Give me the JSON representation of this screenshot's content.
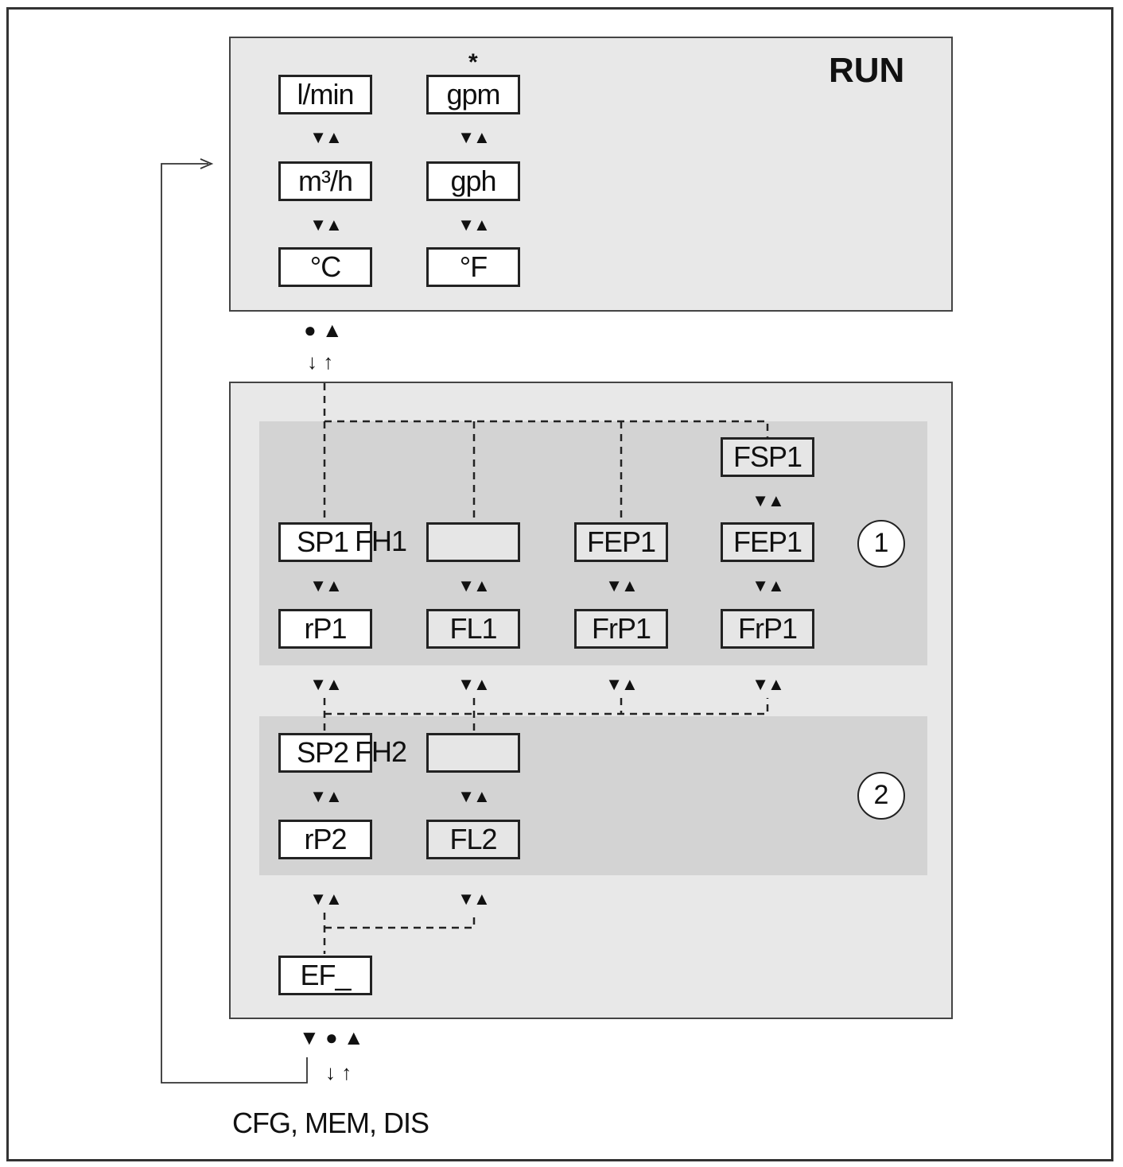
{
  "run_panel": {
    "title": "RUN",
    "asterisk": "*",
    "units_left": [
      "l/min",
      "m³/h",
      "°C"
    ],
    "units_right": [
      "gpm",
      "gph",
      "°F"
    ]
  },
  "nav": {
    "updown": "▼▲",
    "enter_up": "● ▲",
    "enter_down_up_icons": "↓ ↑",
    "bottom_keys": "▼ ● ▲",
    "bottom_arrows": "↓ ↑"
  },
  "group1": {
    "number": "1",
    "col1_top": "SP1",
    "col1_top_overlay": "FH1",
    "col1_bottom": "rP1",
    "col2_top": "",
    "col2_bottom": "FL1",
    "col3_top": "FEP1",
    "col3_bottom": "FrP1",
    "col4_top": "FSP1",
    "col4_mid": "FEP1",
    "col4_bottom": "FrP1"
  },
  "group2": {
    "number": "2",
    "col1_top": "SP2",
    "col1_top_overlay": "FH2",
    "col1_bottom": "rP2",
    "col2_top": "",
    "col2_bottom": "FL2"
  },
  "error_box": "EF_",
  "footer": "CFG, MEM, DIS"
}
